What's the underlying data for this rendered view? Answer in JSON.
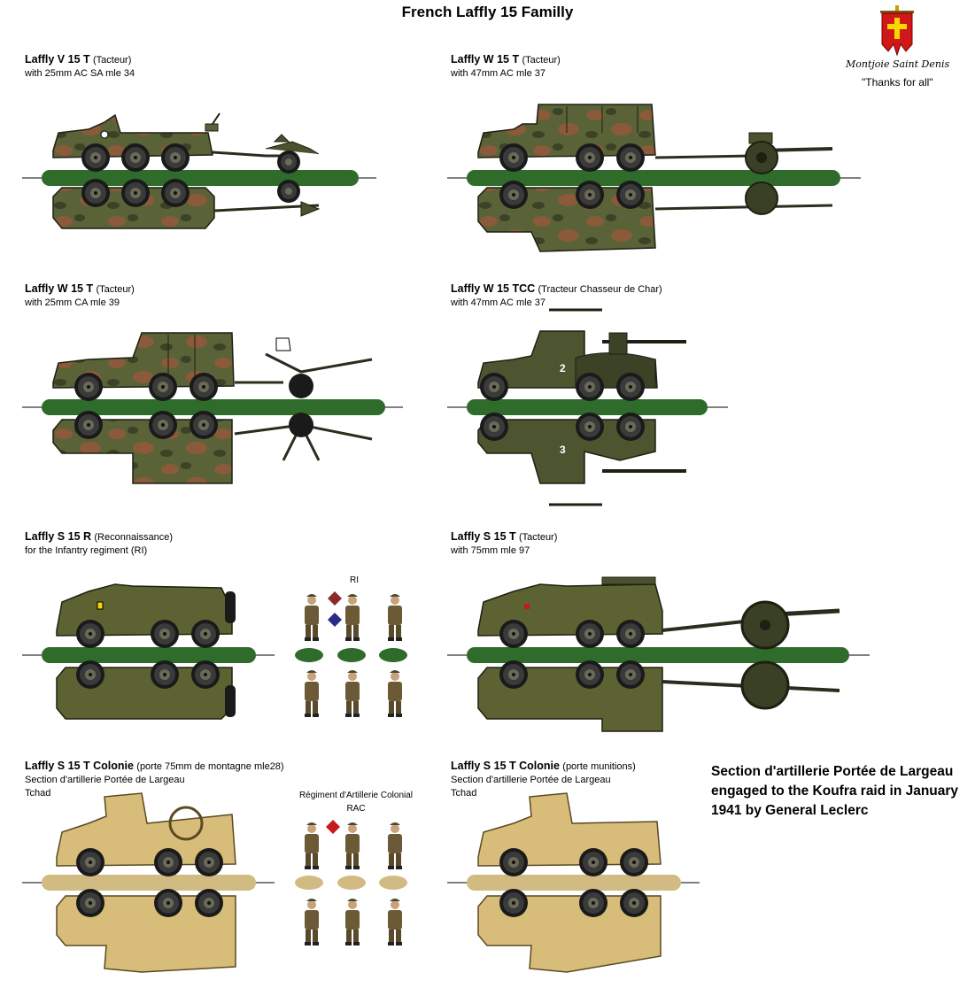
{
  "title": "French Laffly 15 Familly",
  "logo": {
    "motto": "Montjoie Saint Denis",
    "thanks": "\"Thanks for all\""
  },
  "colors": {
    "camo_green": "#5a6238",
    "camo_brown": "#8a5a3a",
    "olive": "#5d6233",
    "desert": "#d8bd7a",
    "ground_green": "#2f6b2a",
    "ground_sand": "#d2bb82"
  },
  "sections": [
    {
      "name": "Laffly V 15 T",
      "role": "(Tacteur)",
      "lines": [
        "with 25mm AC SA mle 34"
      ]
    },
    {
      "name": "Laffly W 15 T",
      "role": "(Tacteur)",
      "lines": [
        "with 47mm AC mle 37"
      ]
    },
    {
      "name": "Laffly W 15 T",
      "role": "(Tacteur)",
      "lines": [
        "with 25mm CA mle 39"
      ]
    },
    {
      "name": "Laffly W 15 TCC",
      "role": "(Tracteur Chasseur de Char)",
      "lines": [
        "with 47mm AC mle 37"
      ]
    },
    {
      "name": "Laffly S 15 R",
      "role": "(Reconnaissance)",
      "lines": [
        "for the Infantry regiment (RI)"
      ]
    },
    {
      "name": "Laffly S 15 T",
      "role": "(Tacteur)",
      "lines": [
        "with 75mm mle 97"
      ]
    },
    {
      "name": "Laffly S 15 T Colonie",
      "role": "(porte 75mm de montagne mle28)",
      "lines": [
        "Section d'artillerie Portée de Largeau",
        "Tchad"
      ]
    },
    {
      "name": "Laffly S 15 T Colonie",
      "role": "(porte munitions)",
      "lines": [
        "Section d'artillerie Portée de Largeau",
        "Tchad"
      ]
    }
  ],
  "figures": {
    "ri_label": "RI",
    "rac_title": "Régiment d'Artillerie Colonial",
    "rac_label": "RAC"
  },
  "vehicle_numbers": {
    "tcc_side": "2",
    "tcc_top": "3"
  },
  "note": "Section d'artillerie Portée de Largeau engaged to the Koufra raid in January 1941 by General Leclerc"
}
